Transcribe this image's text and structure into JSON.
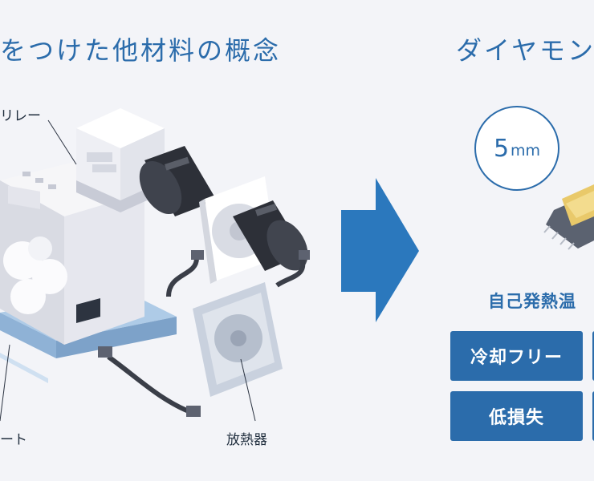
{
  "left": {
    "title": "をつけた他材料の概念",
    "labels": {
      "relay": "リレー",
      "sheet": "ート",
      "radiator": "放熱器"
    }
  },
  "arrow": {
    "color": "#2b78bd"
  },
  "right": {
    "title": "ダイヤモン",
    "size_badge": {
      "number": "5",
      "unit": "mm"
    },
    "subheading": "自己発熱温",
    "features": [
      "冷却フリー",
      "低損失"
    ]
  },
  "colors": {
    "accent": "#2b6cab"
  }
}
